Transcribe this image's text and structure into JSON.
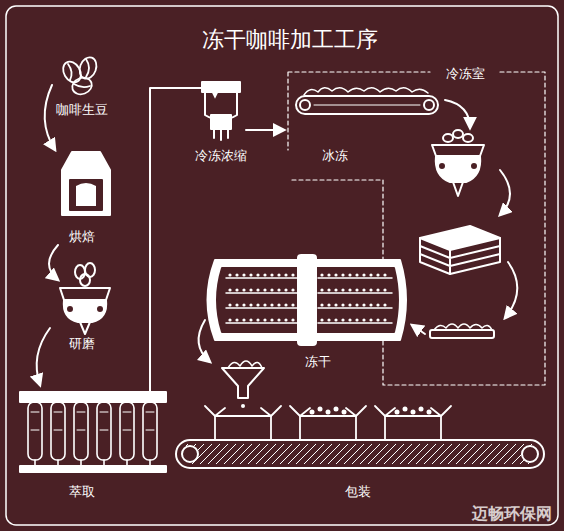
{
  "diagram": {
    "title": "冻干咖啡加工工序",
    "labels": [
      "咖啡生豆",
      "烘焙",
      "研磨",
      "萃取",
      "冷冻浓缩",
      "冰冻",
      "冷冻室",
      "冻干",
      "包装",
      "迈畅环保网"
    ]
  }
}
